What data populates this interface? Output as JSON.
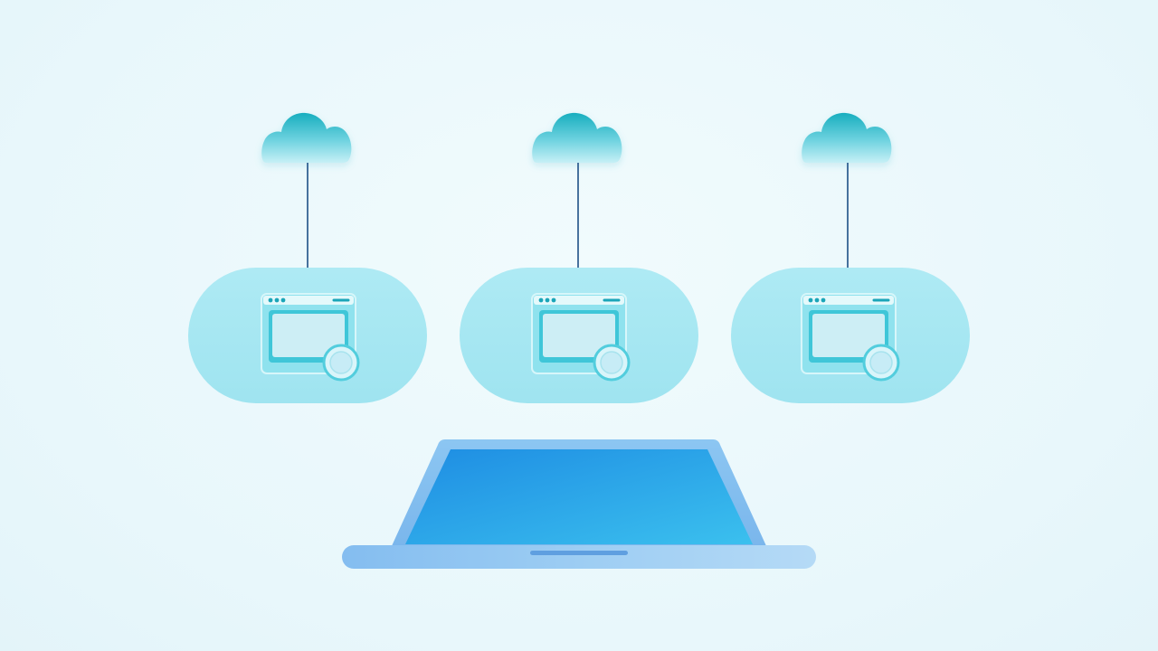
{
  "diagram": {
    "nodes": [
      {
        "id": "cloud-1",
        "icon": "cloud-icon"
      },
      {
        "id": "cloud-2",
        "icon": "cloud-icon"
      },
      {
        "id": "cloud-3",
        "icon": "cloud-icon"
      },
      {
        "id": "app-1",
        "icon": "browser-window-icon"
      },
      {
        "id": "app-2",
        "icon": "browser-window-icon"
      },
      {
        "id": "app-3",
        "icon": "browser-window-icon"
      },
      {
        "id": "laptop",
        "icon": "laptop-icon"
      }
    ],
    "edges": [
      {
        "from": "cloud-1",
        "to": "app-1"
      },
      {
        "from": "cloud-2",
        "to": "app-2"
      },
      {
        "from": "cloud-3",
        "to": "app-3"
      }
    ]
  },
  "colors": {
    "background": "#eaf8fb",
    "cloud_top": "#1fb3c4",
    "cloud_bottom": "#bdeef5",
    "connector": "#1d4f86",
    "pill_fill": "#a6e9f3",
    "window_frame": "#5fd3e0",
    "window_content": "#cdeff5",
    "laptop_screen": "#2a9ae8",
    "laptop_body": "#8cc4ef"
  }
}
